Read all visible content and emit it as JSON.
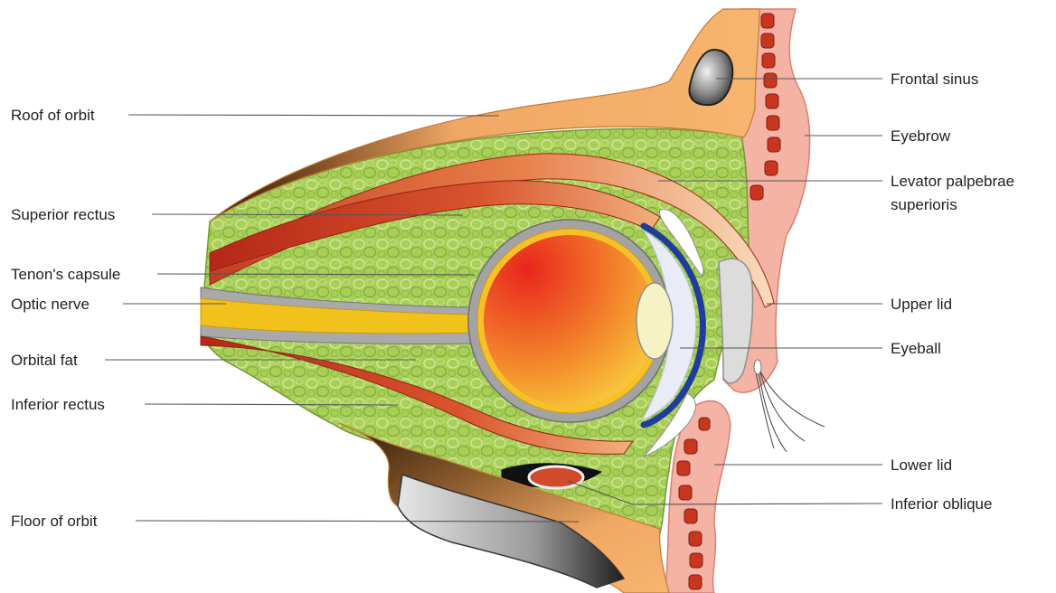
{
  "labels": {
    "roof_of_orbit": "Roof of orbit",
    "superior_rectus": "Superior rectus",
    "tenons_capsule": "Tenon's capsule",
    "optic_nerve": "Optic nerve",
    "orbital_fat": "Orbital fat",
    "inferior_rectus": "Inferior rectus",
    "floor_of_orbit": "Floor of orbit",
    "frontal_sinus": "Frontal sinus",
    "eyebrow": "Eyebrow",
    "levator_line1": "Levator palpebrae",
    "levator_line2": "superioris",
    "upper_lid": "Upper lid",
    "eyeball": "Eyeball",
    "lower_lid": "Lower lid",
    "inferior_oblique": "Inferior oblique"
  },
  "colors": {
    "bone": "#f5b06a",
    "fat": "#a7cc55",
    "muscle": "#c9412b",
    "skin": "#f4b3a4",
    "nerve": "#f2c21c",
    "sclera": "#9a9a9a",
    "cornea": "#1f3d9a"
  }
}
